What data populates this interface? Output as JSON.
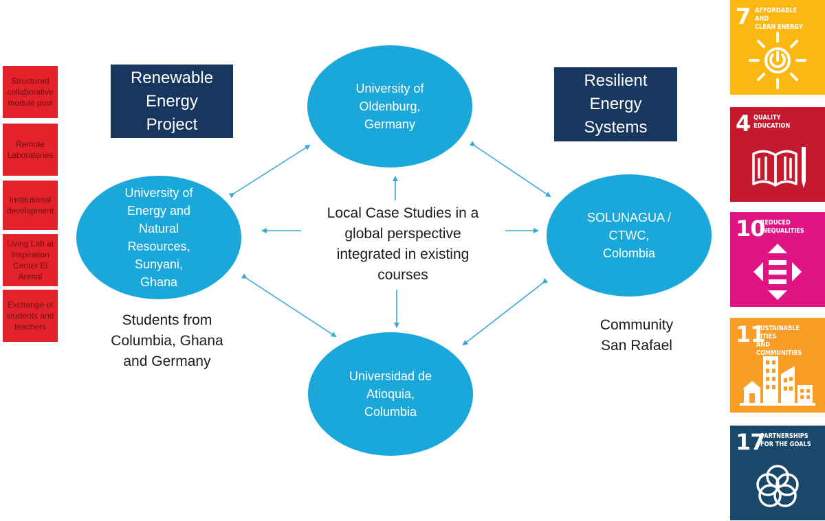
{
  "side_boxes": [
    "Structured collaborative module pool",
    "Remote Laboratories",
    "Institutional development",
    "Living Lab at Inspiration Center El Arenal",
    "Exchange of students and teachers"
  ],
  "headers": {
    "left": "Renewable\nEnergy\nProject",
    "right": "Resilient\nEnergy\nSystems"
  },
  "nodes": {
    "top": "University of\nOldenburg,\nGermany",
    "left": "University of\nEnergy and\nNatural\nResources,\nSunyani,\nGhana",
    "right": "SOLUNAGUA /\nCTWC,\nColombia",
    "bottom": "Universidad de\nAtioquia,\nColumbia"
  },
  "center_text": "Local Case Studies in a\nglobal perspective\nintegrated in existing\ncourses",
  "left_caption": "Students from\nColumbia, Ghana\nand Germany",
  "right_caption": "Community\nSan Rafael",
  "colors": {
    "node": "#1aa7da",
    "arrow": "#3aa9d6",
    "navy": "#17375e",
    "side_red": "#e3222b"
  },
  "sdgs": [
    {
      "number": "7",
      "title": "Affordable and\nclean energy",
      "color": "#fcb712",
      "icon": "sun-power-icon"
    },
    {
      "number": "4",
      "title": "Quality\neducation",
      "color": "#c5192d",
      "icon": "book-pencil-icon"
    },
    {
      "number": "10",
      "title": "Reduced\ninequalities",
      "color": "#e01483",
      "icon": "equality-arrows-icon"
    },
    {
      "number": "11",
      "title": "Sustainable cities\nand communities",
      "color": "#f99d26",
      "icon": "city-buildings-icon"
    },
    {
      "number": "17",
      "title": "Partnerships\nfor the goals",
      "color": "#19486a",
      "icon": "interlocking-rings-icon"
    }
  ]
}
